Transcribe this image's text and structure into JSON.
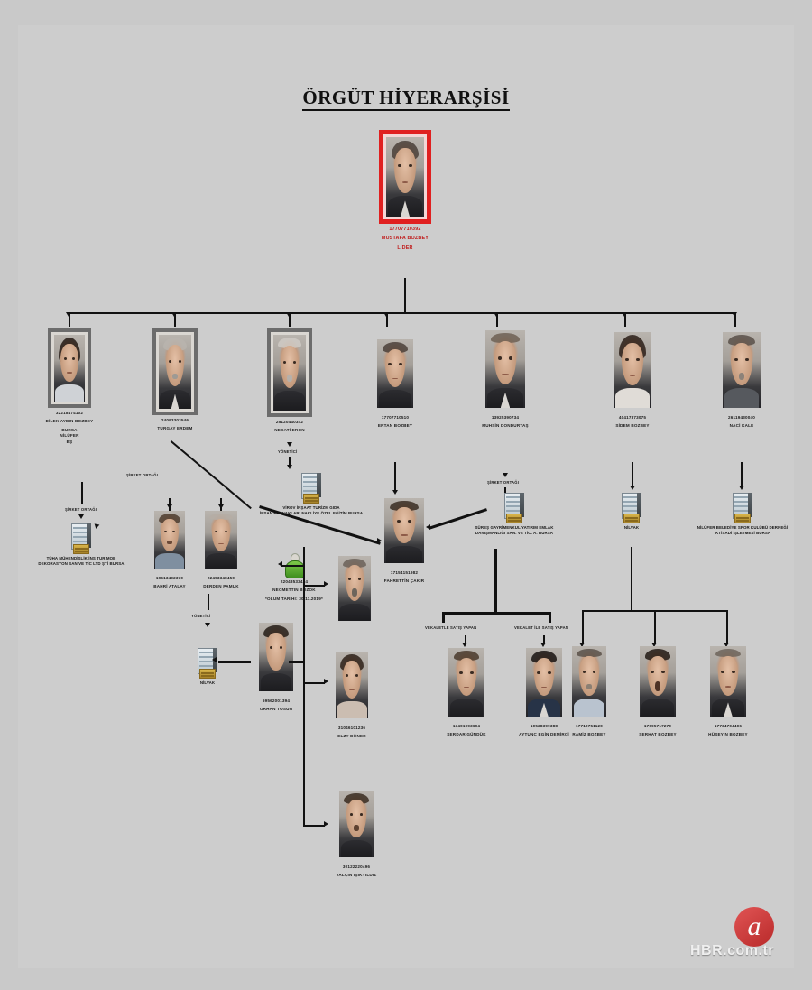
{
  "title": "ÖRGÜT HİYERARŞİSİ",
  "leader": {
    "id": "17707710392",
    "name": "MUSTAFA BOZBEY",
    "role": "LİDER"
  },
  "level2": [
    {
      "id": "32218474102",
      "name": "DİLEK AYDIN BOZBEY",
      "extra": "BURSA\nNİLÜFER\nBŞ"
    },
    {
      "id": "24093303546",
      "name": "TURGAY ERDEM",
      "extra": ""
    },
    {
      "id": "25120440342",
      "name": "NECATİ ERON",
      "extra": "",
      "role": "YÖNETİCİ"
    },
    {
      "id": "17707710510",
      "name": "ERTAN BOZBEY",
      "extra": ""
    },
    {
      "id": "13925390734",
      "name": "MUHSİN DONDURTAŞ",
      "extra": "",
      "role": "ŞİRKET ORTAĞI"
    },
    {
      "id": "40417373075",
      "name": "SİDEM BOZBEY",
      "extra": ""
    },
    {
      "id": "26119430040",
      "name": "NACİ KALE",
      "extra": ""
    }
  ],
  "edge_labels": {
    "sirket_ortagi_left": "ŞİRKET ORTAĞI",
    "sirket_ortagi_top": "ŞİRKET ORTAĞI",
    "yonetici_eron": "YÖNETİCİ",
    "yonetici_nilvak": "YÖNETİCİ",
    "vekaletle_satis_yapan": "VEKALETLE SATIŞ YAPAN",
    "vekalet_ile_satis_yapan": "VEKALET İLE SATIŞ YAPAN"
  },
  "companies": [
    {
      "key": "tuha",
      "name": "TÜHA MÜHENDİSLİK İNŞ TUR MOB\nDEKORASYON SAN VE TİC LTD ŞTİ BURSA"
    },
    {
      "key": "virov",
      "name": "VİROV İNŞAAT TURİZM GIDA\nİNSAN KAYNAKLARI NAKLİYE ÖZEL EĞİTİM BURSA"
    },
    {
      "key": "sures",
      "name": "SÜREŞ GAYRİMENKUL YATIRIM EMLAK\nDANIŞMANLIĞI SAN. VE TİC. A. BURSA"
    },
    {
      "key": "nilvak-left",
      "name": "NİLVAK"
    },
    {
      "key": "nilvak-right",
      "name": "NİLVAK"
    },
    {
      "key": "nilufer-spor",
      "name": "NİLÜFER BELEDİYE SPOR KULÜBÜ DERNEĞİ\nİKTİSADİ İŞLETMESİ BURSA"
    }
  ],
  "midlevel": [
    {
      "id": "19613492370",
      "name": "BAHRİ ATALAY"
    },
    {
      "id": "22493348450",
      "name": "DERDEN PAMUK"
    },
    {
      "id": "17154151982",
      "name": "FAHRETTİN ÇAKIR"
    },
    {
      "id": "69562001394",
      "name": "ORHAN TOSUN"
    },
    {
      "id": "31046101236",
      "name": "ELZY DÖNER"
    },
    {
      "id": "30122220496",
      "name": "YALÇIN IŞIKYILDIZ"
    }
  ],
  "deceased": {
    "id": "22043533434",
    "name": "NECMETTİN BOZOK",
    "note": "*ÖLÜM TARİHİ: 30.11.2019*"
  },
  "bottom": [
    {
      "id": "13401993694",
      "name": "SERDAR GÜNDÜK"
    },
    {
      "id": "10528399388",
      "name": "AYTUNÇ EGİN DEMİRCİ"
    },
    {
      "id": "17710751120",
      "name": "RAMİZ BOZBEY"
    },
    {
      "id": "17695717270",
      "name": "SERHAT BOZBEY"
    },
    {
      "id": "17734704406",
      "name": "HÜSEYİN BOZBEY"
    }
  ],
  "watermark": {
    "logo": "a",
    "text": "HBR.com.tr"
  }
}
